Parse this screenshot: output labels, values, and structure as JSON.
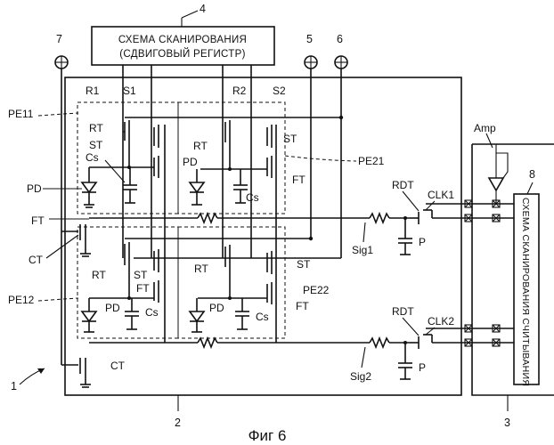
{
  "scan_circuit": {
    "line1": "СХЕМА СКАНИРОВАНИЯ",
    "line2": "(СДВИГОВЫЙ РЕГИСТР)"
  },
  "readout_circuit": {
    "label": "СХЕМА СКАНИРОВАНИЯ СЧИТЫВАНИЯ"
  },
  "caption": "Фиг 6",
  "refs": {
    "r1": "1",
    "r2": "2",
    "r3": "3",
    "r4": "4",
    "r5": "5",
    "r6": "6",
    "r7": "7",
    "r8": "8"
  },
  "labels": {
    "R1": "R1",
    "S1": "S1",
    "R2": "R2",
    "S2": "S2",
    "PE11": "PE11",
    "PE21": "PE21",
    "PE12": "PE12",
    "PE22": "PE22",
    "RT": "RT",
    "ST": "ST",
    "FT": "FT",
    "PD": "PD",
    "Cs": "Cs",
    "CT": "CT",
    "RDT": "RDT",
    "CLK1": "CLK1",
    "CLK2": "CLK2",
    "Sig1": "Sig1",
    "Sig2": "Sig2",
    "P": "P",
    "Amp": "Amp"
  }
}
